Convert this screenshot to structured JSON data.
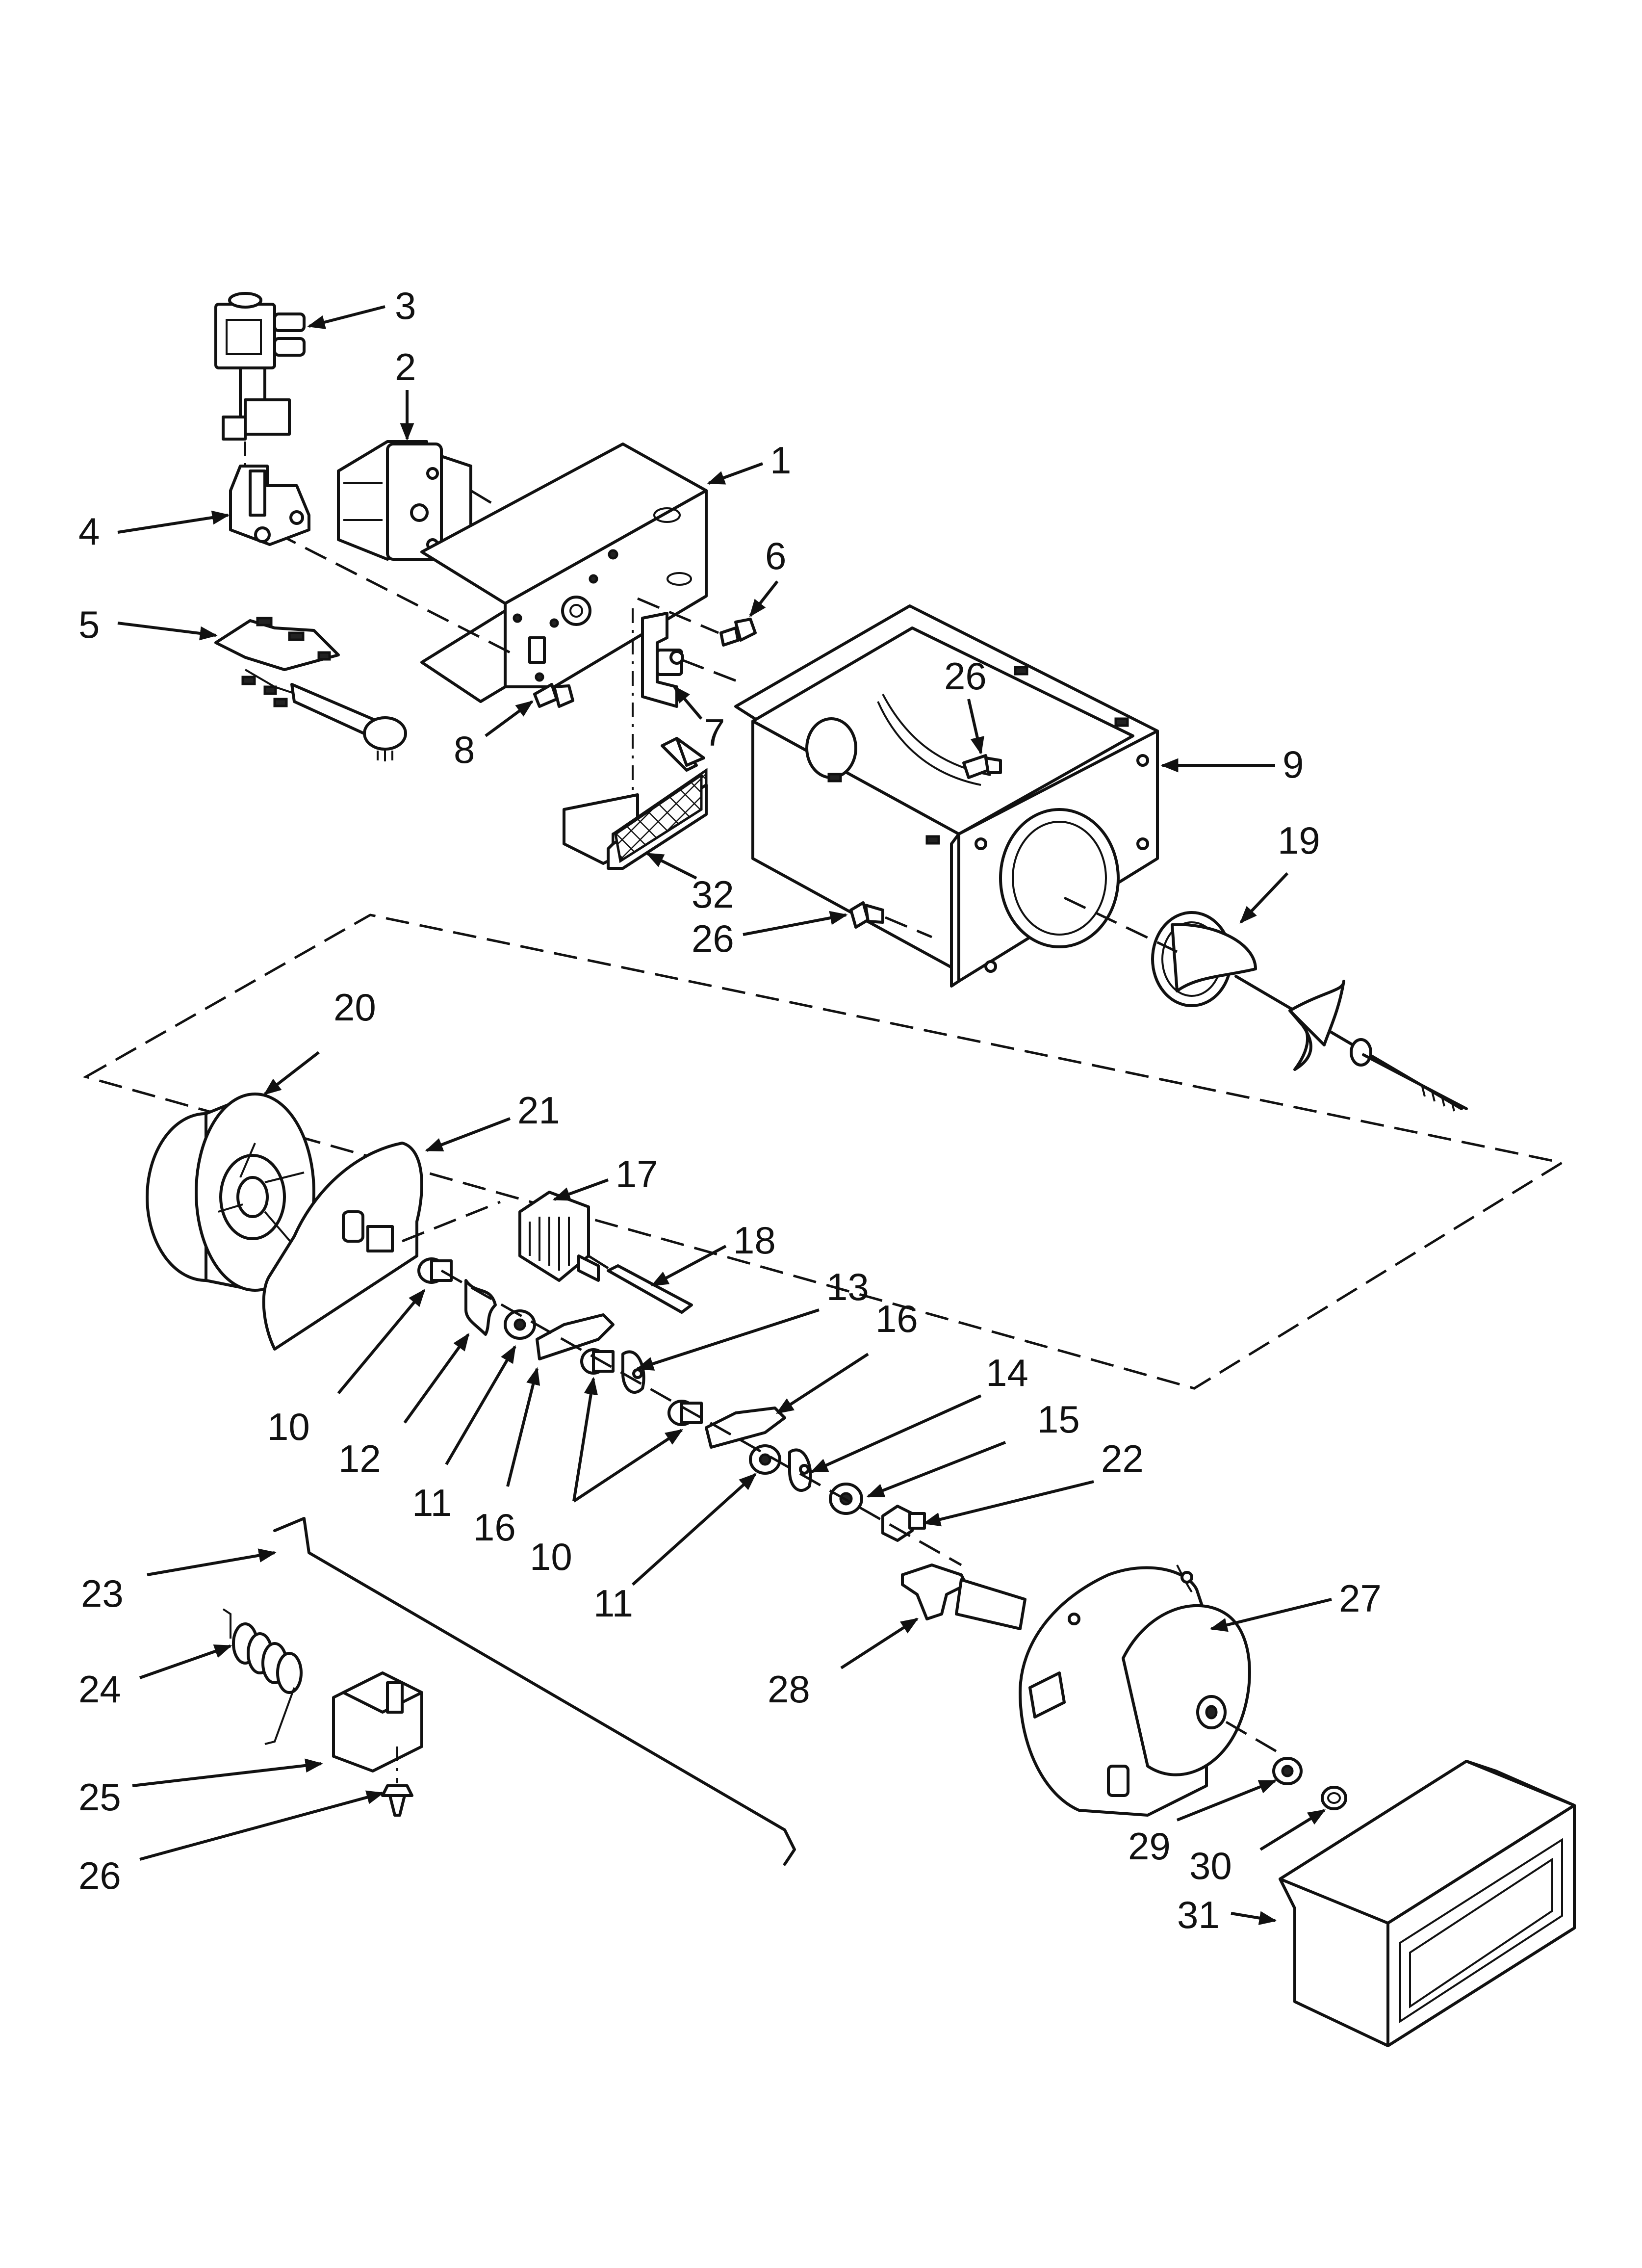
{
  "diagram": {
    "callouts": [
      {
        "id": "c3",
        "label": "3"
      },
      {
        "id": "c2",
        "label": "2"
      },
      {
        "id": "c1",
        "label": "1"
      },
      {
        "id": "c4",
        "label": "4"
      },
      {
        "id": "c6",
        "label": "6"
      },
      {
        "id": "c5",
        "label": "5"
      },
      {
        "id": "c26a",
        "label": "26"
      },
      {
        "id": "c7",
        "label": "7"
      },
      {
        "id": "c9",
        "label": "9"
      },
      {
        "id": "c8",
        "label": "8"
      },
      {
        "id": "c19",
        "label": "19"
      },
      {
        "id": "c32",
        "label": "32"
      },
      {
        "id": "c26b",
        "label": "26"
      },
      {
        "id": "c20",
        "label": "20"
      },
      {
        "id": "c21",
        "label": "21"
      },
      {
        "id": "c17",
        "label": "17"
      },
      {
        "id": "c18",
        "label": "18"
      },
      {
        "id": "c13",
        "label": "13"
      },
      {
        "id": "c16a",
        "label": "16"
      },
      {
        "id": "c14",
        "label": "14"
      },
      {
        "id": "c15",
        "label": "15"
      },
      {
        "id": "c22",
        "label": "22"
      },
      {
        "id": "c10a",
        "label": "10"
      },
      {
        "id": "c12",
        "label": "12"
      },
      {
        "id": "c11a",
        "label": "11"
      },
      {
        "id": "c16b",
        "label": "16"
      },
      {
        "id": "c10b",
        "label": "10"
      },
      {
        "id": "c11b",
        "label": "11"
      },
      {
        "id": "c23",
        "label": "23"
      },
      {
        "id": "c27",
        "label": "27"
      },
      {
        "id": "c24",
        "label": "24"
      },
      {
        "id": "c28",
        "label": "28"
      },
      {
        "id": "c25",
        "label": "25"
      },
      {
        "id": "c29",
        "label": "29"
      },
      {
        "id": "c30",
        "label": "30"
      },
      {
        "id": "c26c",
        "label": "26"
      },
      {
        "id": "c31",
        "label": "31"
      }
    ]
  }
}
